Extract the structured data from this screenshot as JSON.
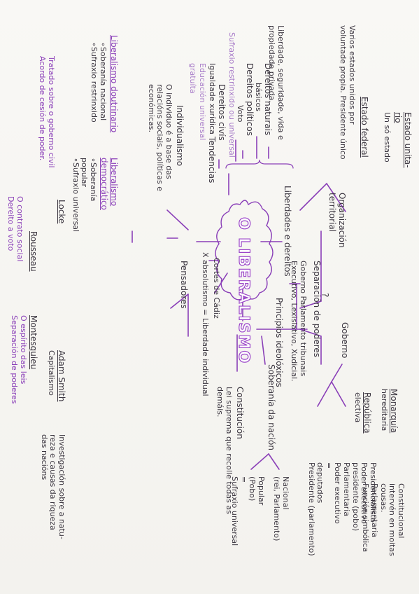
{
  "colors": {
    "ink": "#3a353f",
    "purple": "#8a3fb8",
    "lilac": "#a77bc8",
    "paper": "#f7f6f3"
  },
  "center": {
    "title": "O LIBERALISMO"
  },
  "branches": {
    "principios": "Principios ideolóxicos",
    "liberdades": "Liberdades e dereitos",
    "tendencias": "Tendencias",
    "pensadores": "Pensadores",
    "absolutismo": "X absolutismo = Liberdade individual",
    "cortes": "Cortes de Cádiz",
    "separacion": "Separación de poderes",
    "separacion_mark": "?",
    "soberania": "Soberanía da nación",
    "constitucion": "Constitución",
    "constitucion_desc": "Lei suprema que recolle todas as\ndemáis.",
    "organizacion": "Organización\nterritorial",
    "goberno": "Goberno"
  },
  "territorial": {
    "unitario_title": "Estado unita-\nrio",
    "unitario_desc": "Un só estado",
    "federal_title": "Estado federal",
    "federal_desc": "Varios estados unidos por\nvoluntade propia. Presidente único"
  },
  "goberno": {
    "poderes": "Goberno Parlamento tribunais\nExecutivo, Lexislativo, Xudicial.",
    "monarquia_title": "Monarquía",
    "monarquia_sub": "hereditaria",
    "monarquia_items": "Constitucional\nintervén en moitas\ncousas.\nParlamentaria\nFunción simbólica",
    "republica_title": "República",
    "republica_sub": "electiva",
    "republica_items": "Presidencialista\nPoder executivo\npresidente (pobo)\nParlamentaria\nPoder executivo\n=\ndeputados\nPresidente (parlamento)"
  },
  "soberania": {
    "nacional": "Nacional\n(rei, Parlamento)",
    "popular": "Popular\n(Pobo)\n=\nSufraxio universal"
  },
  "dereitos": {
    "naturais_title": "Dereitos naturais",
    "naturais_sub": "básicos",
    "naturais_desc": "Liberdade, seguridade, vida e\npropiedade privada.",
    "politicos_title": "Dereitos políticos",
    "voto": "Voto",
    "sufraxio": "Sufraxio restrinxido ou universal",
    "civis": "Dereitos civís",
    "igualdade": "Igualdade xurídica",
    "educacion": "Educación universal",
    "gratuita": "gratuíta",
    "individualismo": "Individualismo",
    "individualismo_desc": "O individuo é a base das\nrelacións sociais, políticas e\neconómicas."
  },
  "tendencias": {
    "doutrinario": "Liberalismo doutrinario",
    "doutrinario_items": "∘Soberanía nacional\n∘Sufraxio restrinxido",
    "democratico": "Liberalismo\ndemocrático",
    "democratico_items": "∘Soberanía\npopular\n∘Sufraxio universal"
  },
  "pensadores": {
    "locke_name": "Locke",
    "locke_desc": "Tratado sobre o goberno civil\nAcordo de cesión de poder.",
    "rousseau_name": "Rousseau",
    "rousseau_desc": "O contrato social\nDereito a voto",
    "montesquieu_name": "Montesquieu",
    "montesquieu_desc": "O espírito das leis\nSeparación de poderes",
    "smith_name": "Adam Smith",
    "smith_sub": "Capitalismo",
    "smith_desc": "Investigación sobre a natu-\nreza e causas da riqueza\ndas nacións"
  }
}
